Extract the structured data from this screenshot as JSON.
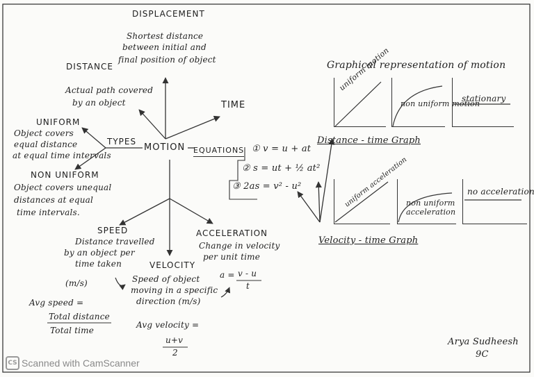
{
  "center": "MOTION",
  "displacement": {
    "heading": "DISPLACEMENT",
    "lines": [
      "Shortest distance",
      "between initial and",
      "final position of object"
    ]
  },
  "distance": {
    "heading": "DISTANCE",
    "lines": [
      "Actual path covered",
      "by an object"
    ]
  },
  "time": "TIME",
  "types": {
    "label": "TYPES",
    "uniform": {
      "heading": "UNIFORM",
      "lines": [
        "Object covers",
        "equal distance",
        "at equal time intervals"
      ]
    },
    "non_uniform": {
      "heading": "NON UNIFORM",
      "lines": [
        "Object covers unequal",
        "distances at equal",
        "time intervals."
      ]
    }
  },
  "equations": {
    "label": "EQUATIONS",
    "eq1": "① v = u + at",
    "eq2": "② s = ut + ½ at²",
    "eq3": "③ 2as = v² - u²"
  },
  "speed": {
    "heading": "SPEED",
    "lines": [
      "Distance travelled",
      "by an object per",
      "time taken"
    ],
    "unit": "(m/s)",
    "avg_label": "Avg speed =",
    "avg_num": "Total distance",
    "avg_den": "Total time"
  },
  "velocity": {
    "heading": "VELOCITY",
    "lines": [
      "Speed of object",
      "moving in a specific",
      "direction  (m/s)"
    ],
    "avg_label": "Avg velocity =",
    "avg_num": "u+v",
    "avg_den": "2"
  },
  "acceleration": {
    "heading": "ACCELERATION",
    "lines": [
      "Change in velocity",
      "per unit time"
    ],
    "formula_lhs": "a =",
    "formula_num": "v - u",
    "formula_den": "t"
  },
  "graphs": {
    "title": "Graphical representation of motion",
    "dt_caption": "Distance - time Graph",
    "vt_caption": "Velocity - time Graph",
    "dt": [
      {
        "label": "uniform motion",
        "shape": "linear"
      },
      {
        "label": "non uniform motion",
        "shape": "curve"
      },
      {
        "label": "stationary",
        "shape": "flat"
      }
    ],
    "vt": [
      {
        "label": "uniform acceleration",
        "shape": "linear"
      },
      {
        "label": "non uniform acceleration",
        "shape": "curve"
      },
      {
        "label": "no acceleration",
        "shape": "flat"
      }
    ]
  },
  "signature": {
    "name": "Arya Sudheesh",
    "class": "9C"
  },
  "watermark": {
    "logo": "CS",
    "text": "Scanned with CamScanner"
  },
  "colors": {
    "ink": "#1e1e1e",
    "paper": "#fbfbf9",
    "border": "#2a2a2a",
    "watermark": "#8a8a8a"
  }
}
